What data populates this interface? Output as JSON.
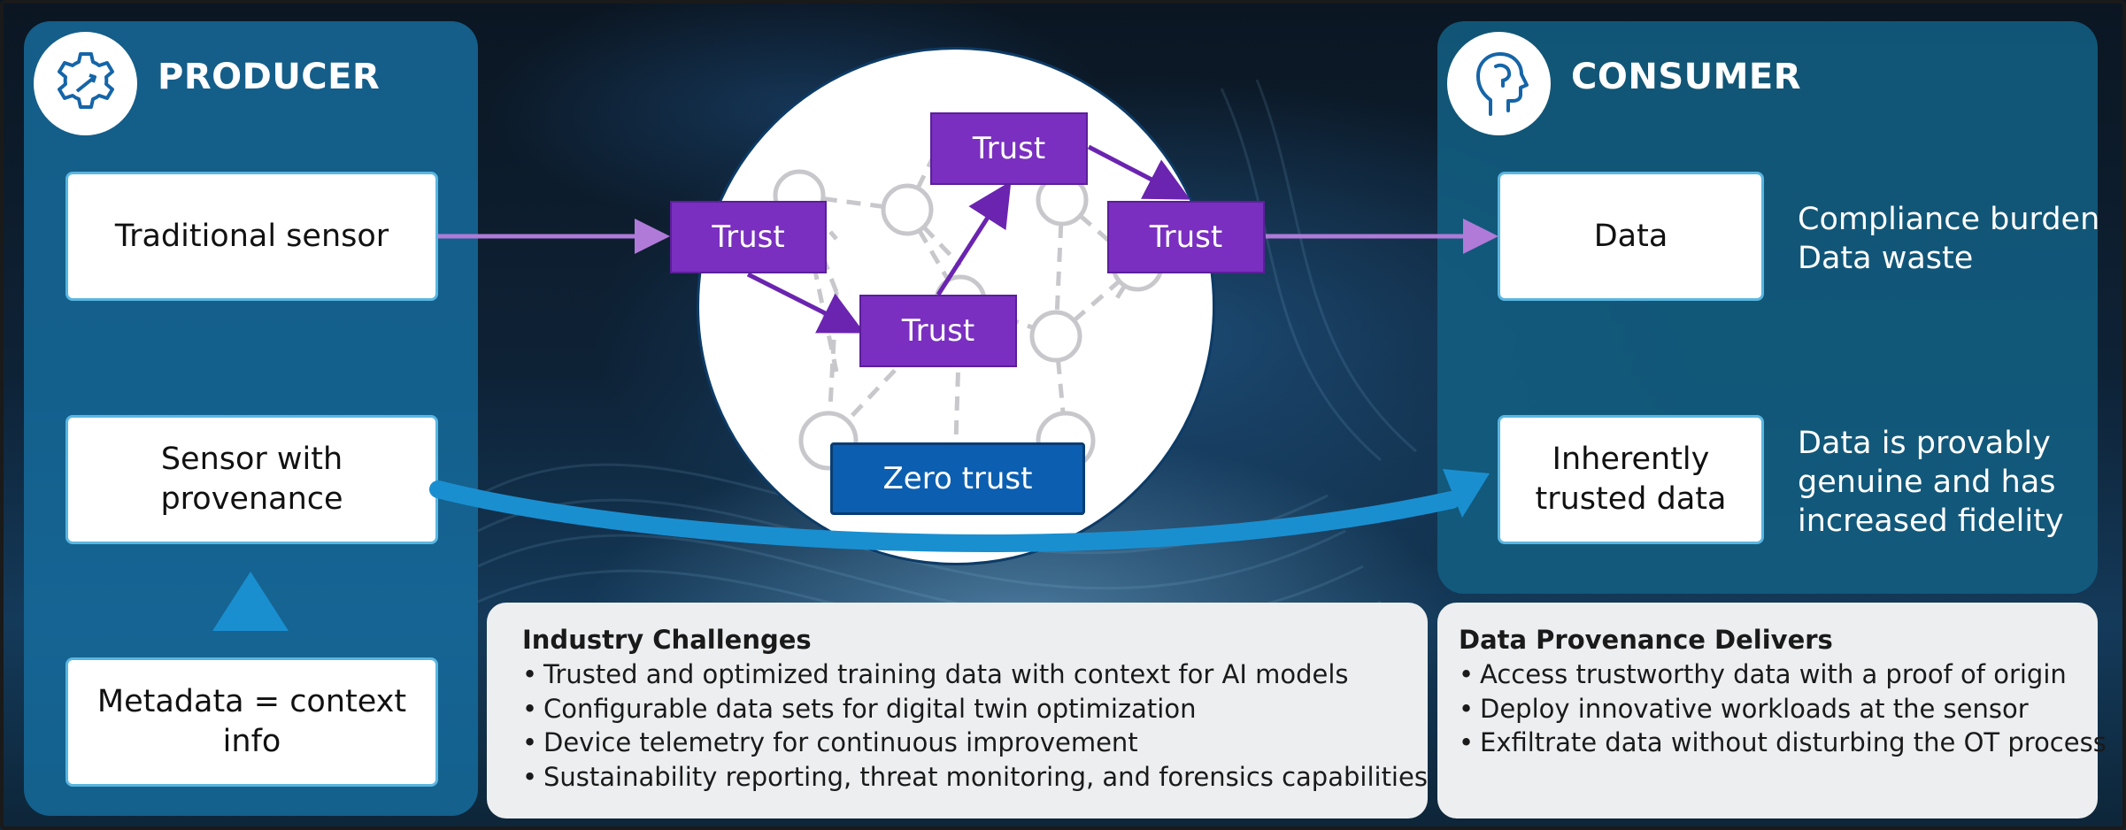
{
  "producer": {
    "title": "PRODUCER",
    "icon": "gear-icon",
    "boxes": [
      "Traditional sensor",
      "Sensor with provenance",
      "Metadata = context info"
    ]
  },
  "consumer": {
    "title": "CONSUMER",
    "icon": "head-profile-icon",
    "boxes": [
      "Data",
      "Inherently trusted data"
    ],
    "notes": [
      [
        "Compliance burden",
        "Data waste"
      ],
      [
        "Data is provably",
        "genuine and has",
        "increased fidelity"
      ]
    ]
  },
  "network": {
    "trust_label": "Trust",
    "zero_trust_label": "Zero trust"
  },
  "challenges": {
    "title": "Industry Challenges",
    "items": [
      "Trusted and optimized training data with context for AI models",
      "Configurable data sets for digital twin optimization",
      "Device telemetry for continuous improvement",
      "Sustainability reporting, threat monitoring, and forensics capabilities"
    ]
  },
  "delivers": {
    "title": "Data Provenance Delivers",
    "items": [
      "Access trustworthy data with a proof of origin",
      "Deploy innovative workloads at the sensor",
      "Exfiltrate data without disturbing the OT process"
    ]
  },
  "colors": {
    "producer_panel": "#166ea0",
    "consumer_panel": "#125f82",
    "trust_purple": "#7a2fc0",
    "zero_trust_blue": "#0c5fb0",
    "arrow_purple": "#b07ad8",
    "arrow_blue": "#1a8fd0"
  }
}
